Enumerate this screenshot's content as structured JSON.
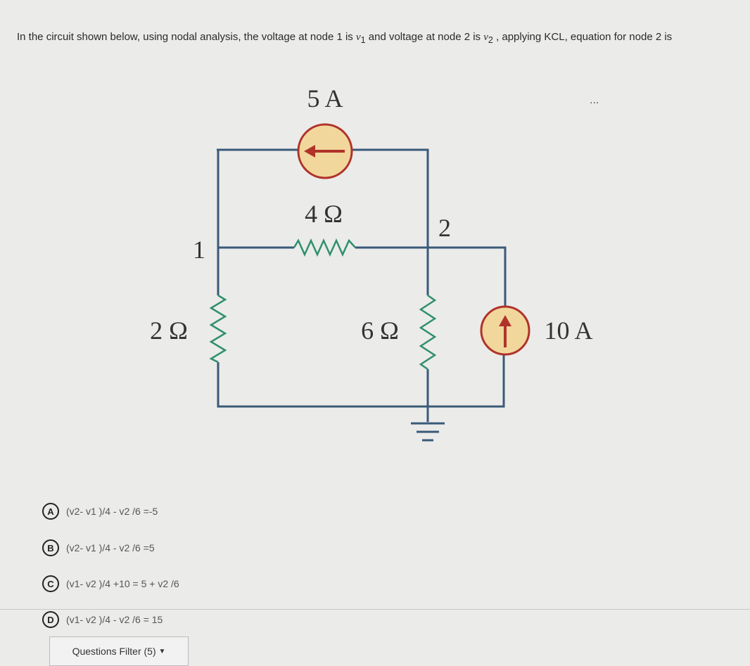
{
  "question": {
    "text_1": "In the circuit shown below, using nodal analysis, the voltage at node 1 is ",
    "v1": "v",
    "v1_sub": "1",
    "text_2": " and voltage at node 2 is ",
    "v2": "v",
    "v2_sub": "2",
    "text_3": " , applying KCL, equation for node 2 is"
  },
  "more_label": "...",
  "circuit": {
    "source_top": "5 A",
    "r_top": "4 Ω",
    "node2": "2",
    "node1": "1",
    "r_left": "2 Ω",
    "r_mid": "6 Ω",
    "source_right": "10 A",
    "wire_color": "#3a5a78",
    "source_fill": "#f2d79c",
    "arrow_color": "#b0332a"
  },
  "options": [
    {
      "letter": "A",
      "text": "(v2- v1 )/4 - v2 /6 =-5"
    },
    {
      "letter": "B",
      "text": "(v2- v1 )/4 - v2 /6 =5"
    },
    {
      "letter": "C",
      "text": "(v1- v2 )/4 +10 = 5 + v2 /6"
    },
    {
      "letter": "D",
      "text": "(v1- v2 )/4 - v2 /6 = 15"
    }
  ],
  "filter": {
    "label": "Questions Filter (5)",
    "icon": "caret-down-icon"
  }
}
